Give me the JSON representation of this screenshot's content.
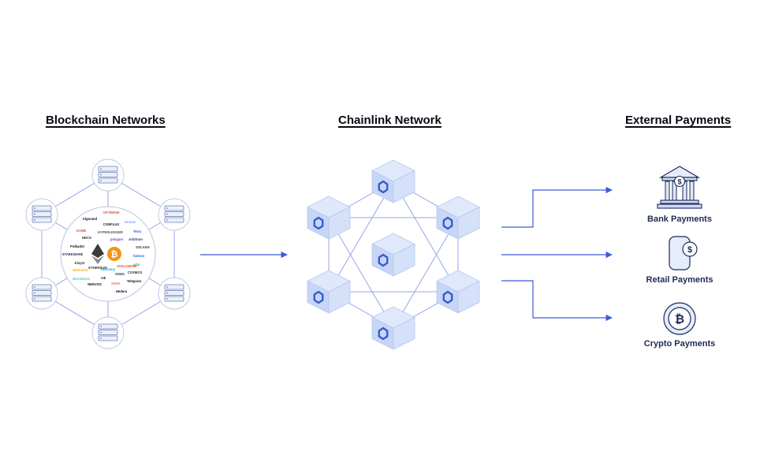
{
  "sections": {
    "blockchain": {
      "title": "Blockchain Networks"
    },
    "chainlink": {
      "title": "Chainlink Network"
    },
    "external": {
      "title": "External Payments"
    }
  },
  "payments": [
    {
      "label": "Bank Payments",
      "icon": "bank-icon"
    },
    {
      "label": "Retail Payments",
      "icon": "phone-coin-icon"
    },
    {
      "label": "Crypto Payments",
      "icon": "bitcoin-icon"
    }
  ],
  "blockchain_logos": [
    {
      "text": "OPTIMISM",
      "color": "#e74c3c"
    },
    {
      "text": "Algorand",
      "color": "#111111"
    },
    {
      "text": "CONFLUX",
      "color": "#111111"
    },
    {
      "text": "Gnosis",
      "color": "#7aa3ff"
    },
    {
      "text": "GAME",
      "color": "#e74c3c"
    },
    {
      "text": "HYPERLEDGER",
      "color": "#555555"
    },
    {
      "text": "Terra",
      "color": "#2a4bd7"
    },
    {
      "text": "HECO",
      "color": "#2a2a2a"
    },
    {
      "text": "polygon",
      "color": "#7b3fe4"
    },
    {
      "text": "Arbitrum",
      "color": "#2b3a67"
    },
    {
      "text": "Polkadot",
      "color": "#111111"
    },
    {
      "text": "SOLANA",
      "color": "#333333"
    },
    {
      "text": "ETHEREUM",
      "color": "#333333"
    },
    {
      "text": "fantom",
      "color": "#1969ff"
    },
    {
      "text": "STARKWARE",
      "color": "#1d2b5a"
    },
    {
      "text": "Klaytn",
      "color": "#333333"
    },
    {
      "text": "AVALANCHE",
      "color": "#e84142"
    },
    {
      "text": "xdai",
      "color": "#3ab0a5"
    },
    {
      "text": "BINANCE",
      "color": "#f0b90b"
    },
    {
      "text": "Harmony",
      "color": "#00aee9"
    },
    {
      "text": "COSMOS",
      "color": "#2e3148"
    },
    {
      "text": "Moonbeam",
      "color": "#53cbc9"
    },
    {
      "text": "rsk",
      "color": "#111111"
    },
    {
      "text": "OKEX",
      "color": "#1d2b5a"
    },
    {
      "text": "Telegram",
      "color": "#111111"
    },
    {
      "text": "NERVOS",
      "color": "#111111"
    },
    {
      "text": "KAVA",
      "color": "#ff564f"
    },
    {
      "text": "Hedera",
      "color": "#111111"
    }
  ],
  "colors": {
    "line": "#97a6e6",
    "arrow": "#3b5bdb",
    "node_fill": "#eaf0fb",
    "node_stroke": "#c9d3ea",
    "hex_top": "#dfe9fb",
    "hex_left": "#c7d6f5",
    "hex_right": "#d5e1f8",
    "chainlink_blue": "#375bd2",
    "ink": "#1f2a55"
  }
}
